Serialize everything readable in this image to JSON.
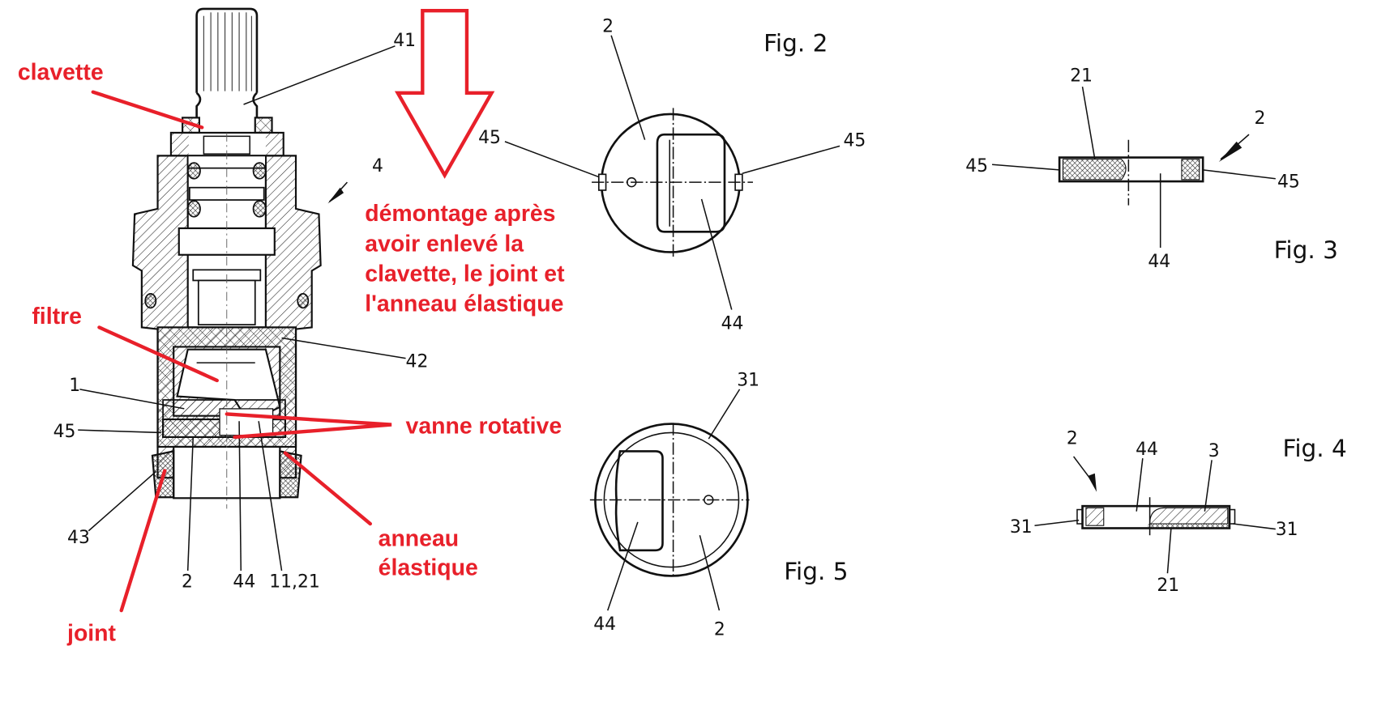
{
  "annotations": {
    "clavette": "clavette",
    "filtre": "filtre",
    "vanne_rotative": "vanne rotative",
    "anneau_elastique": [
      "anneau",
      "élastique"
    ],
    "joint": "joint",
    "demontage": [
      "démontage après",
      "avoir enlevé la",
      "clavette, le joint et",
      "l'anneau élastique"
    ]
  },
  "figures": {
    "fig2": {
      "title": "Fig. 2",
      "labels": [
        "2",
        "45",
        "45",
        "44"
      ]
    },
    "fig3": {
      "title": "Fig. 3",
      "labels": [
        "21",
        "2",
        "45",
        "45",
        "44"
      ]
    },
    "fig4": {
      "title": "Fig. 4",
      "labels": [
        "2",
        "44",
        "3",
        "31",
        "31",
        "21"
      ]
    },
    "fig5": {
      "title": "Fig. 5",
      "labels": [
        "31",
        "44",
        "2"
      ]
    },
    "fig1": {
      "labels": [
        "41",
        "4",
        "42",
        "1",
        "45",
        "43",
        "2",
        "44",
        "11,21"
      ]
    }
  },
  "colors": {
    "annotation": "#e8202a",
    "line": "#111111"
  }
}
